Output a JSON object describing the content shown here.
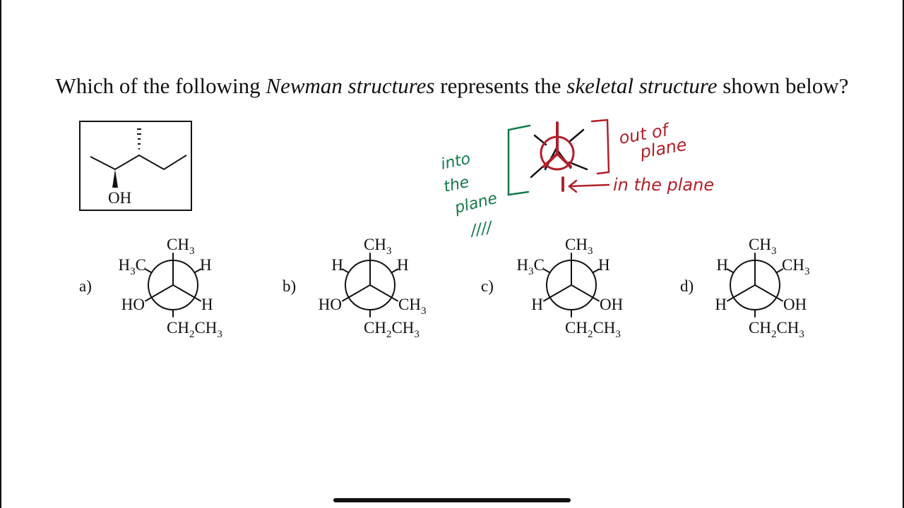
{
  "question": {
    "part1": "Which of the following ",
    "italic1": "Newman structures",
    "part2": " represents the ",
    "italic2": "skeletal structure",
    "part3": " shown below?"
  },
  "skeletal": {
    "oh_label": "OH"
  },
  "options": [
    {
      "letter": "a)",
      "top": [
        "CH",
        "3"
      ],
      "upper_left": [
        "H",
        "3",
        "C"
      ],
      "upper_right": [
        "H"
      ],
      "lower_left": [
        "HO"
      ],
      "lower_right": [
        "H"
      ],
      "bottom": [
        "CH",
        "2",
        "CH",
        "3"
      ]
    },
    {
      "letter": "b)",
      "top": [
        "CH",
        "3"
      ],
      "upper_left": [
        "H"
      ],
      "upper_right": [
        "H"
      ],
      "lower_left": [
        "HO"
      ],
      "lower_right": [
        "CH",
        "3"
      ],
      "bottom": [
        "CH",
        "2",
        "CH",
        "3"
      ]
    },
    {
      "letter": "c)",
      "top": [
        "CH",
        "3"
      ],
      "upper_left": [
        "H",
        "3",
        "C"
      ],
      "upper_right": [
        "H"
      ],
      "lower_left": [
        "H"
      ],
      "lower_right": [
        "OH"
      ],
      "bottom": [
        "CH",
        "2",
        "CH",
        "3"
      ]
    },
    {
      "letter": "d)",
      "top": [
        "CH",
        "3"
      ],
      "upper_left": [
        "H"
      ],
      "upper_right": [
        "CH",
        "3"
      ],
      "lower_left": [
        "H"
      ],
      "lower_right": [
        "OH"
      ],
      "bottom": [
        "CH",
        "2",
        "CH",
        "3"
      ]
    }
  ],
  "annotations": {
    "out_of_plane_1": "out of",
    "out_of_plane_2": "plane",
    "in_the_plane": "in the plane",
    "into_1": "into",
    "into_2": "the",
    "into_3": "plane",
    "into_4": "////"
  },
  "colors": {
    "ink": "#111111",
    "red": "#b0202a",
    "green": "#127a4a"
  }
}
